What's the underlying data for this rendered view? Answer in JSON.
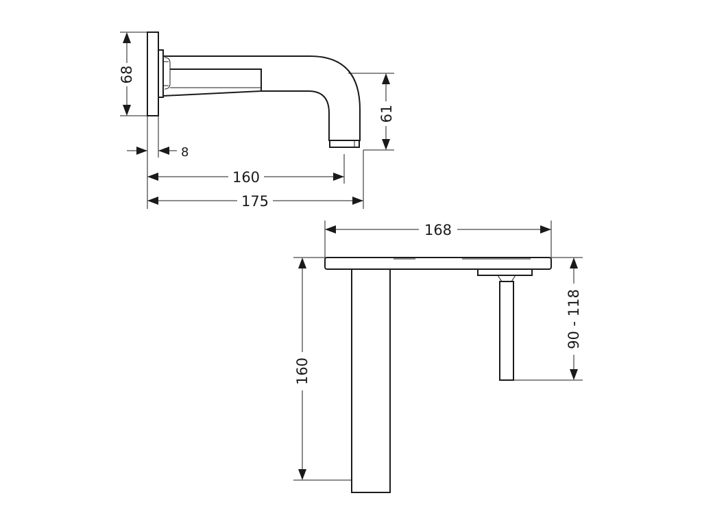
{
  "dimensions": {
    "side_flange_height": "68",
    "side_outlet_drop": "61",
    "side_flange_thickness": "8",
    "side_reach_outlet": "160",
    "side_total_reach": "175",
    "top_total_width": "168",
    "front_spout_height": "160",
    "front_handle_range": "90 - 118"
  }
}
